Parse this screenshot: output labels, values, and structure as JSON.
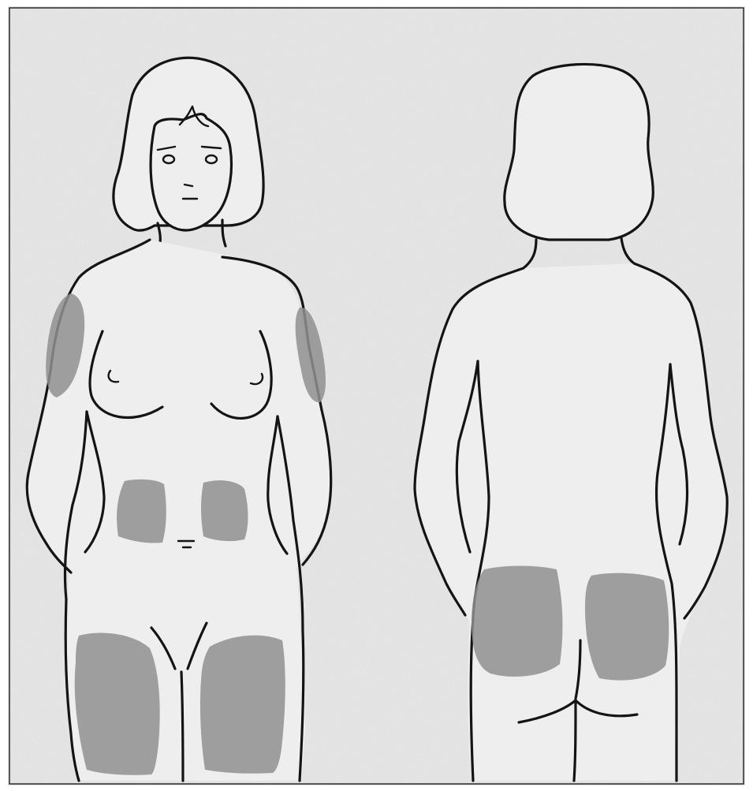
{
  "diagram": {
    "colors": {
      "paper": "#e6e6e6",
      "border": "#ffffff",
      "line": "#141414",
      "zone": "#8f8f8f"
    },
    "figures": [
      {
        "name": "front-view",
        "zones": [
          "upper-arm-right",
          "upper-arm-left",
          "abdomen-right",
          "abdomen-left",
          "thigh-right",
          "thigh-left"
        ]
      },
      {
        "name": "back-view",
        "zones": [
          "buttock-left",
          "buttock-right"
        ]
      }
    ]
  }
}
